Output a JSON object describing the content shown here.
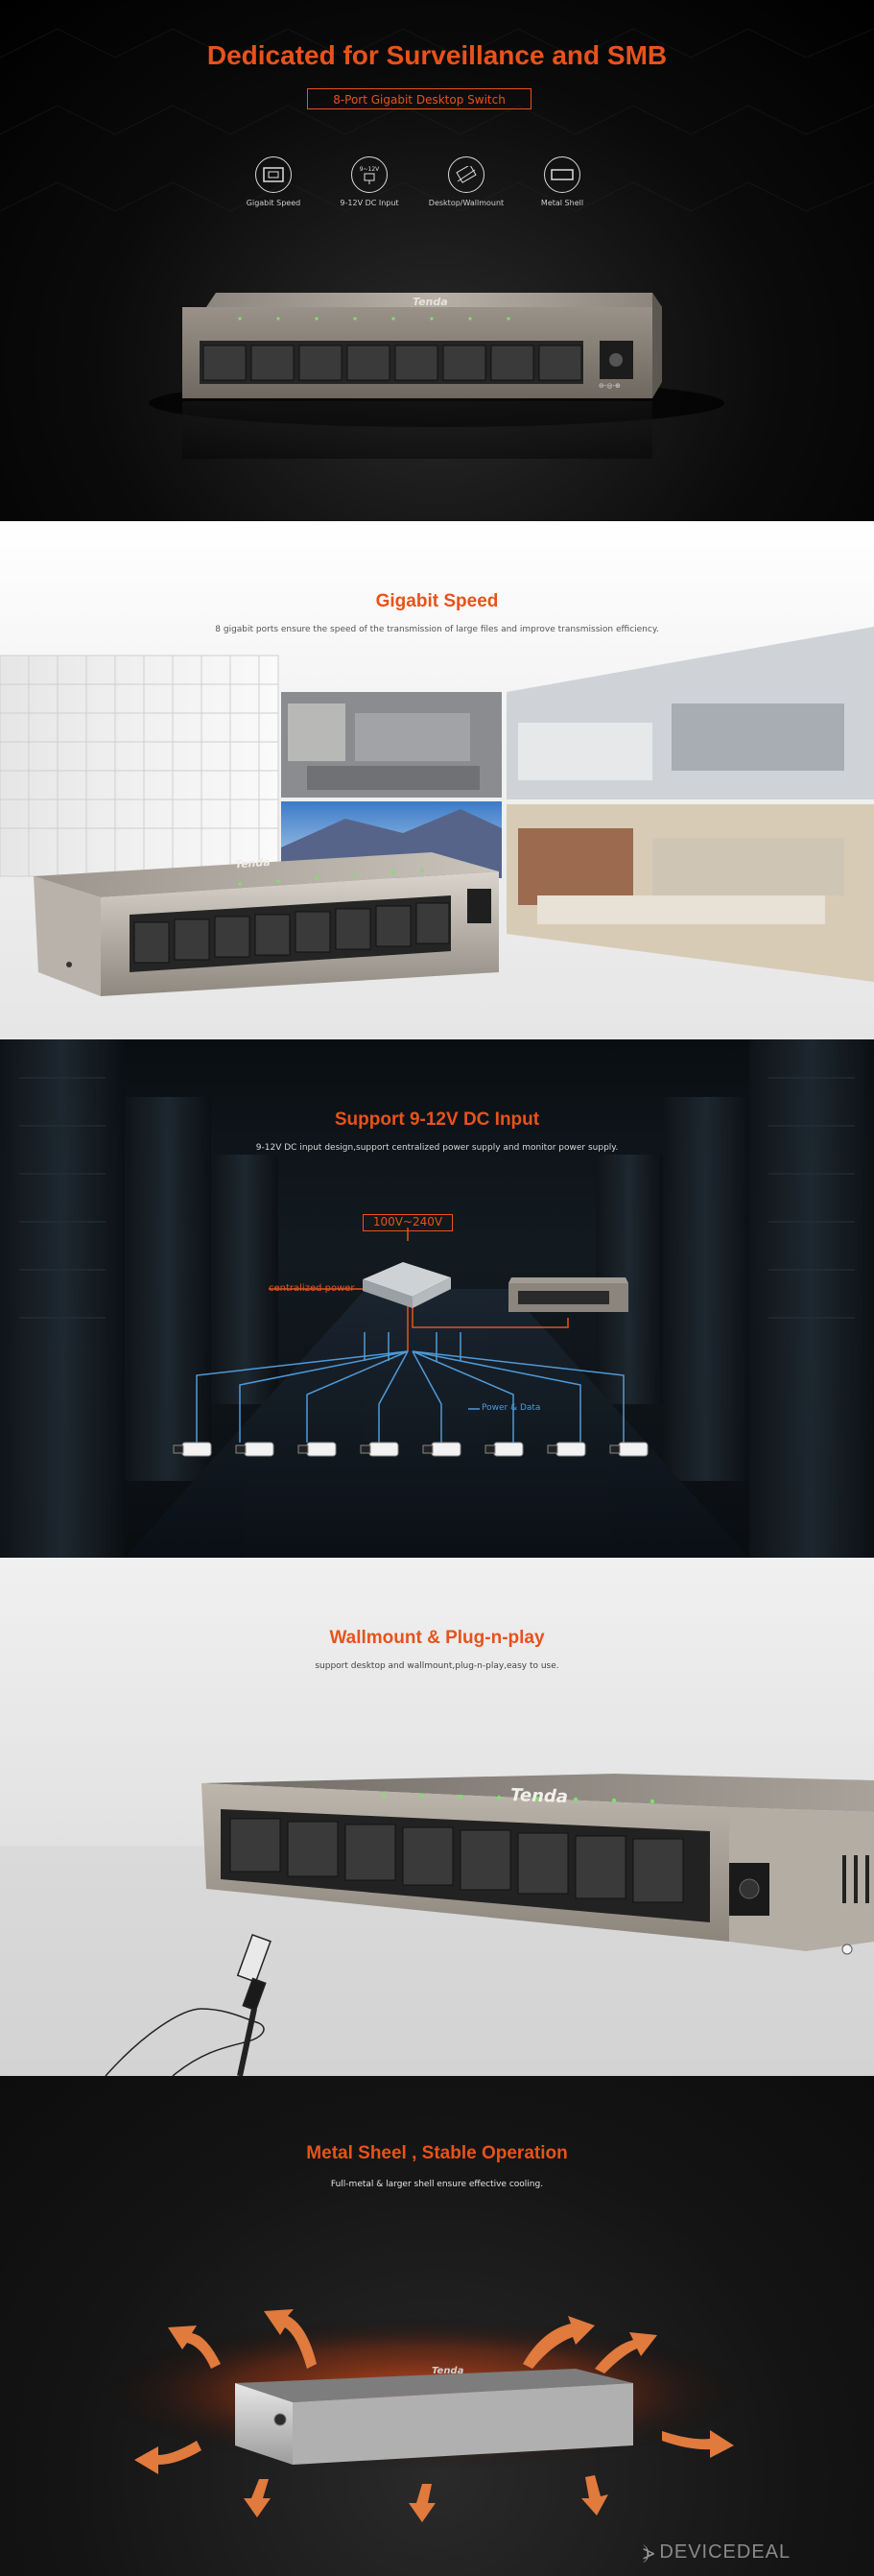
{
  "hero": {
    "title": "Dedicated for Surveillance and SMB",
    "subtitle": "8-Port Gigabit Desktop Switch",
    "features": [
      {
        "label": "Gigabit Speed",
        "icon": "ethernet-port-icon"
      },
      {
        "label": "9-12V DC Input",
        "icon": "dc-plug-icon",
        "icon_text": "9~12V"
      },
      {
        "label": "Desktop/Wallmount",
        "icon": "desktop-wallmount-icon"
      },
      {
        "label": "Metal Shell",
        "icon": "metal-box-icon"
      }
    ],
    "brand_logo": "Tenda",
    "dc_label": "⊖-◎-⊕"
  },
  "gigabit": {
    "title": "Gigabit Speed",
    "description": "8 gigabit ports ensure the speed of the transmission of large files and improve transmission efficiency."
  },
  "dc_input": {
    "title": "Support 9-12V DC Input",
    "description": "9-12V DC input design,support centralized power supply and monitor power supply.",
    "voltage_label": "100V~240V",
    "power_label": "centralized power",
    "legend_label": "Power & Data",
    "camera_count": 8
  },
  "wallmount": {
    "title": "Wallmount & Plug-n-play",
    "description": "support desktop and wallmount,plug-n-play,easy to use."
  },
  "metal": {
    "title": "Metal Sheel , Stable Operation",
    "description": "Full-metal & larger shell ensure effective cooling."
  },
  "watermark": "DEVICEDEAL",
  "colors": {
    "accent": "#e8521b",
    "line_blue": "#4f9ad8"
  }
}
